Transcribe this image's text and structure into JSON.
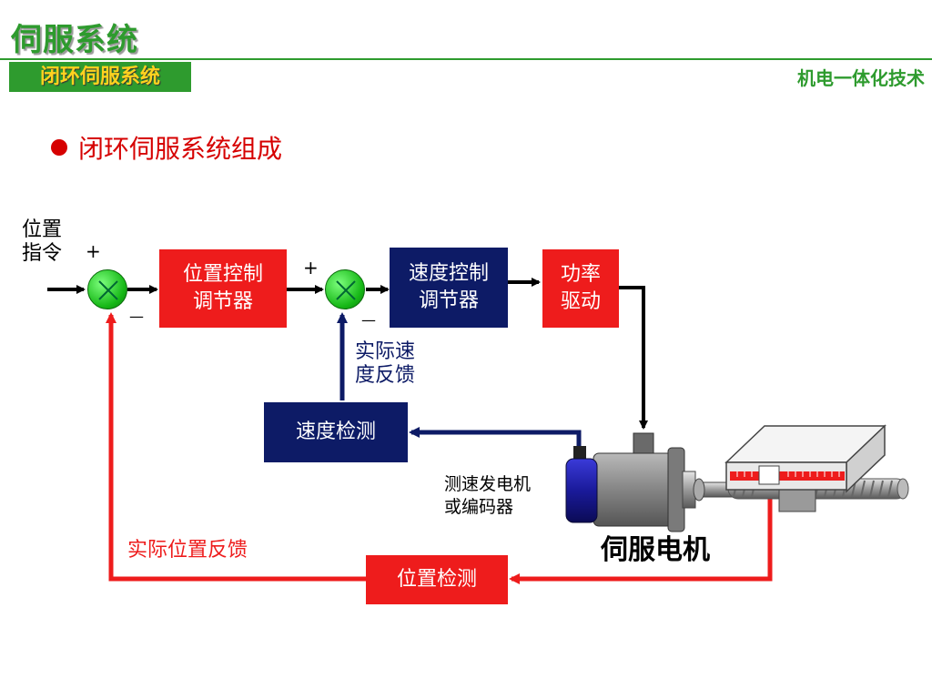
{
  "header": {
    "title": "伺服系统",
    "section_tab": "闭环伺服系统",
    "brand": "机电一体化技术"
  },
  "bullet": {
    "text": "闭环伺服系统组成"
  },
  "diagram": {
    "input_label": "位置\n指令",
    "sum1_plus": "+",
    "sum1_minus": "—",
    "sum2_plus": "+",
    "sum2_minus": "—",
    "pos_controller": "位置控制\n调节器",
    "speed_controller": "速度控制\n调节器",
    "power_drive": "功率\n驱动",
    "speed_detect": "速度检测",
    "pos_detect": "位置检测",
    "speed_feedback_label": "实际速\n度反馈",
    "pos_feedback_label": "实际位置反馈",
    "encoder_label": "测速发电机\n或编码器",
    "motor_label": "伺服电机"
  },
  "colors": {
    "green": "#2e9b2e",
    "red": "#ee1c1c",
    "navy": "#0d1b66",
    "tab_text": "#ffd21f"
  }
}
